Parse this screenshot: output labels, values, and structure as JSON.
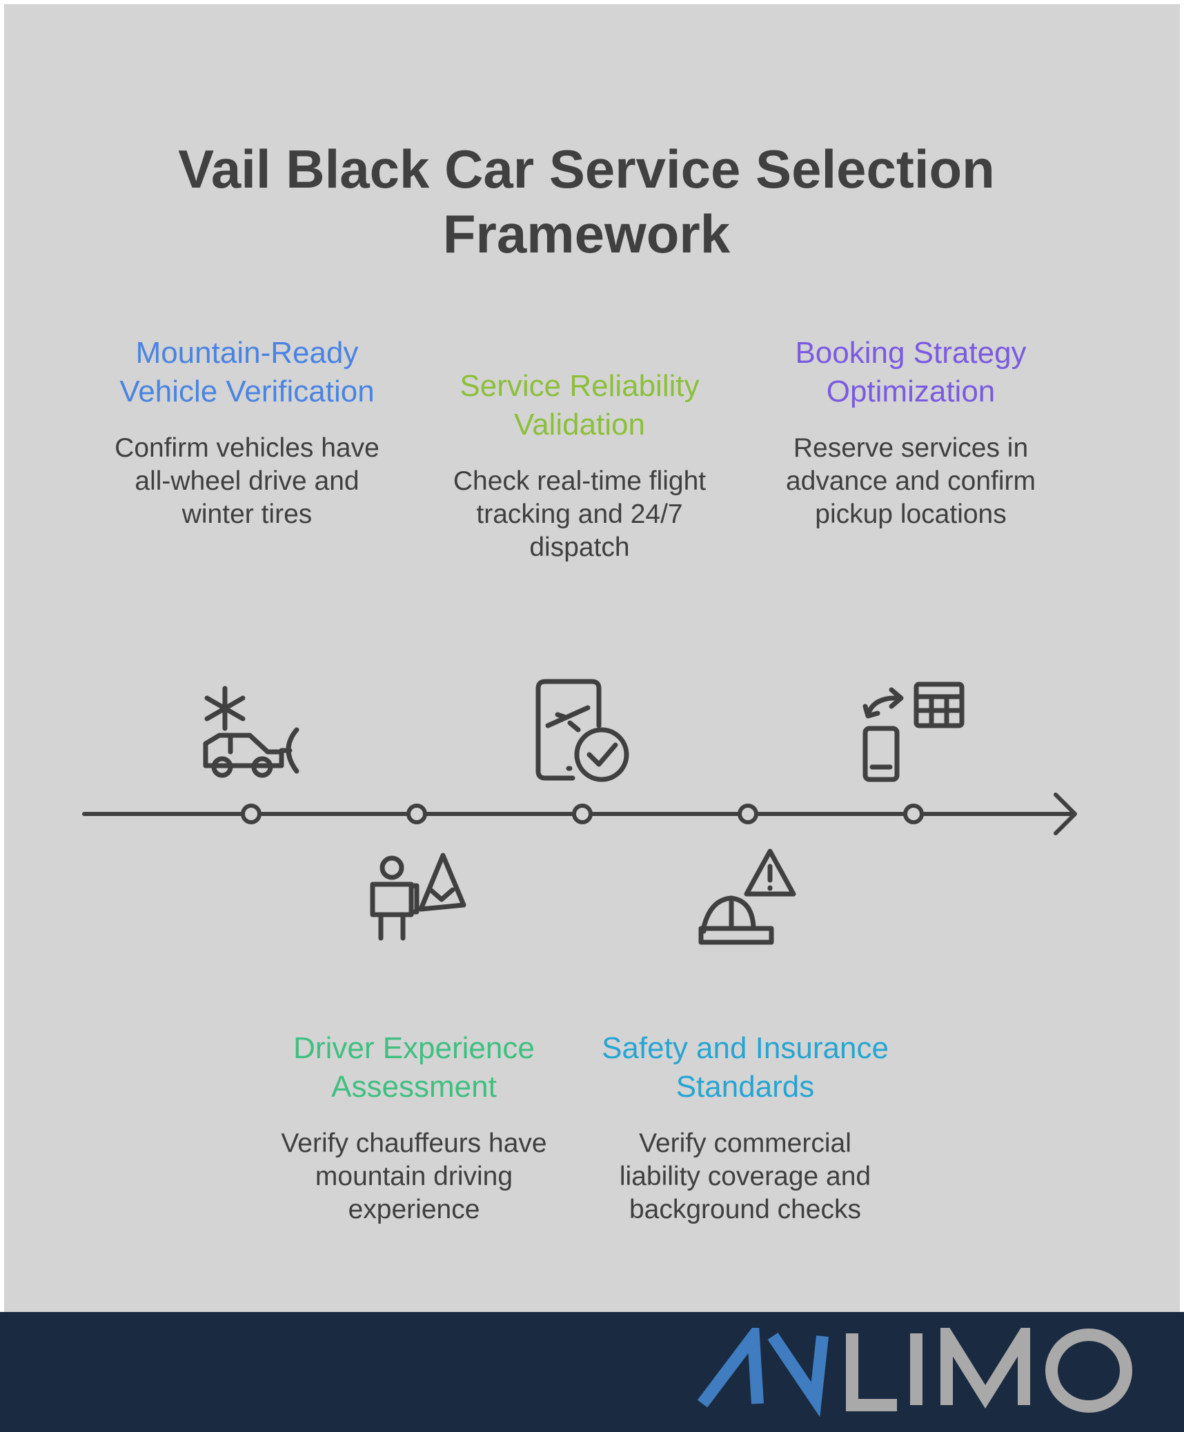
{
  "title": "Vail Black Car Service Selection Framework",
  "colors": {
    "background": "#d4d4d4",
    "footer": "#1a2a40",
    "line": "#404040",
    "logo_blue": "#3f7cc0",
    "logo_gray": "#a9a9a9"
  },
  "steps": [
    {
      "title": "Mountain-Ready Vehicle Verification",
      "description": "Confirm vehicles have all-wheel drive and winter tires",
      "color": "#4a84e2",
      "icon": "snow-car-icon"
    },
    {
      "title": "Driver Experience Assessment",
      "description": "Verify chauffeurs have mountain driving experience",
      "color": "#3fbf80",
      "icon": "hiker-mountain-icon"
    },
    {
      "title": "Service Reliability Validation",
      "description": "Check real-time flight tracking and 24/7 dispatch",
      "color": "#8cbf3a",
      "icon": "phone-flight-check-icon"
    },
    {
      "title": "Safety and Insurance Standards",
      "description": "Verify commercial liability coverage and background checks",
      "color": "#26a5d2",
      "icon": "hardhat-warning-icon"
    },
    {
      "title": "Booking Strategy Optimization",
      "description": "Reserve services in advance and confirm pickup locations",
      "color": "#7a5ae0",
      "icon": "phone-calendar-icon"
    }
  ],
  "logo": {
    "part1": "AV",
    "part2": "LIMO"
  }
}
